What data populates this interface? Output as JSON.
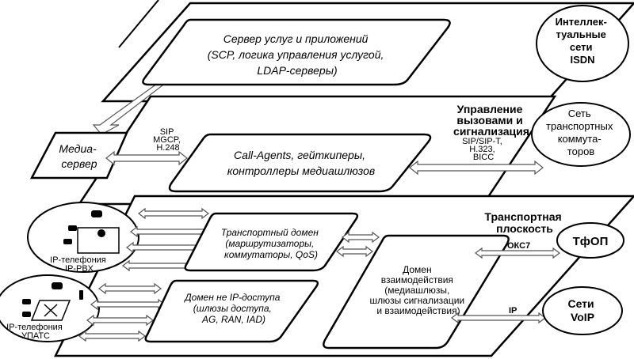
{
  "planes": {
    "control_title": [
      "Управление",
      "вызовами и",
      "сигнализация"
    ],
    "transport_title": [
      "Транспортная",
      "плоскость"
    ]
  },
  "boxes": {
    "services": [
      "Сервер услуг и приложений",
      "(SCP, логика управления услугой,",
      "LDAP-серверы)"
    ],
    "call_agents": [
      "Call-Agents, гейткиперы,",
      "контроллеры медиашлюзов"
    ],
    "media_server": [
      "Медиа-",
      "сервер"
    ],
    "transport_domain": [
      "Транспортный домен",
      "(маршрутизаторы,",
      "коммутаторы, QoS)"
    ],
    "non_ip_access": [
      "Домен не IP-доступа",
      "(шлюзы доступа,",
      "AG, RAN, IAD)"
    ],
    "interworking": [
      "Домен",
      "взаимодействия",
      "(медиашлюзы,",
      "шлюзы сигнализации",
      "и взаимодействия)"
    ]
  },
  "clouds": {
    "isdn": [
      "Интеллек-",
      "туальные",
      "сети",
      "ISDN"
    ],
    "transit": [
      "Сеть",
      "транспортных",
      "коммута-",
      "торов"
    ],
    "pstn": [
      "ТфОП"
    ],
    "voip": [
      "Сети",
      "VoIP"
    ],
    "ip_pbx": [
      "IP-телефония",
      "IP-PBX"
    ],
    "upats": [
      "IP-телефония",
      "УПАТС"
    ]
  },
  "protocols": {
    "media": [
      "SIP",
      "MGCP,",
      "H.248"
    ],
    "transit": [
      "SIP/SIP-T,",
      "H.323,",
      "BICC"
    ],
    "pstn": "ОКС7",
    "voip": "IP"
  }
}
